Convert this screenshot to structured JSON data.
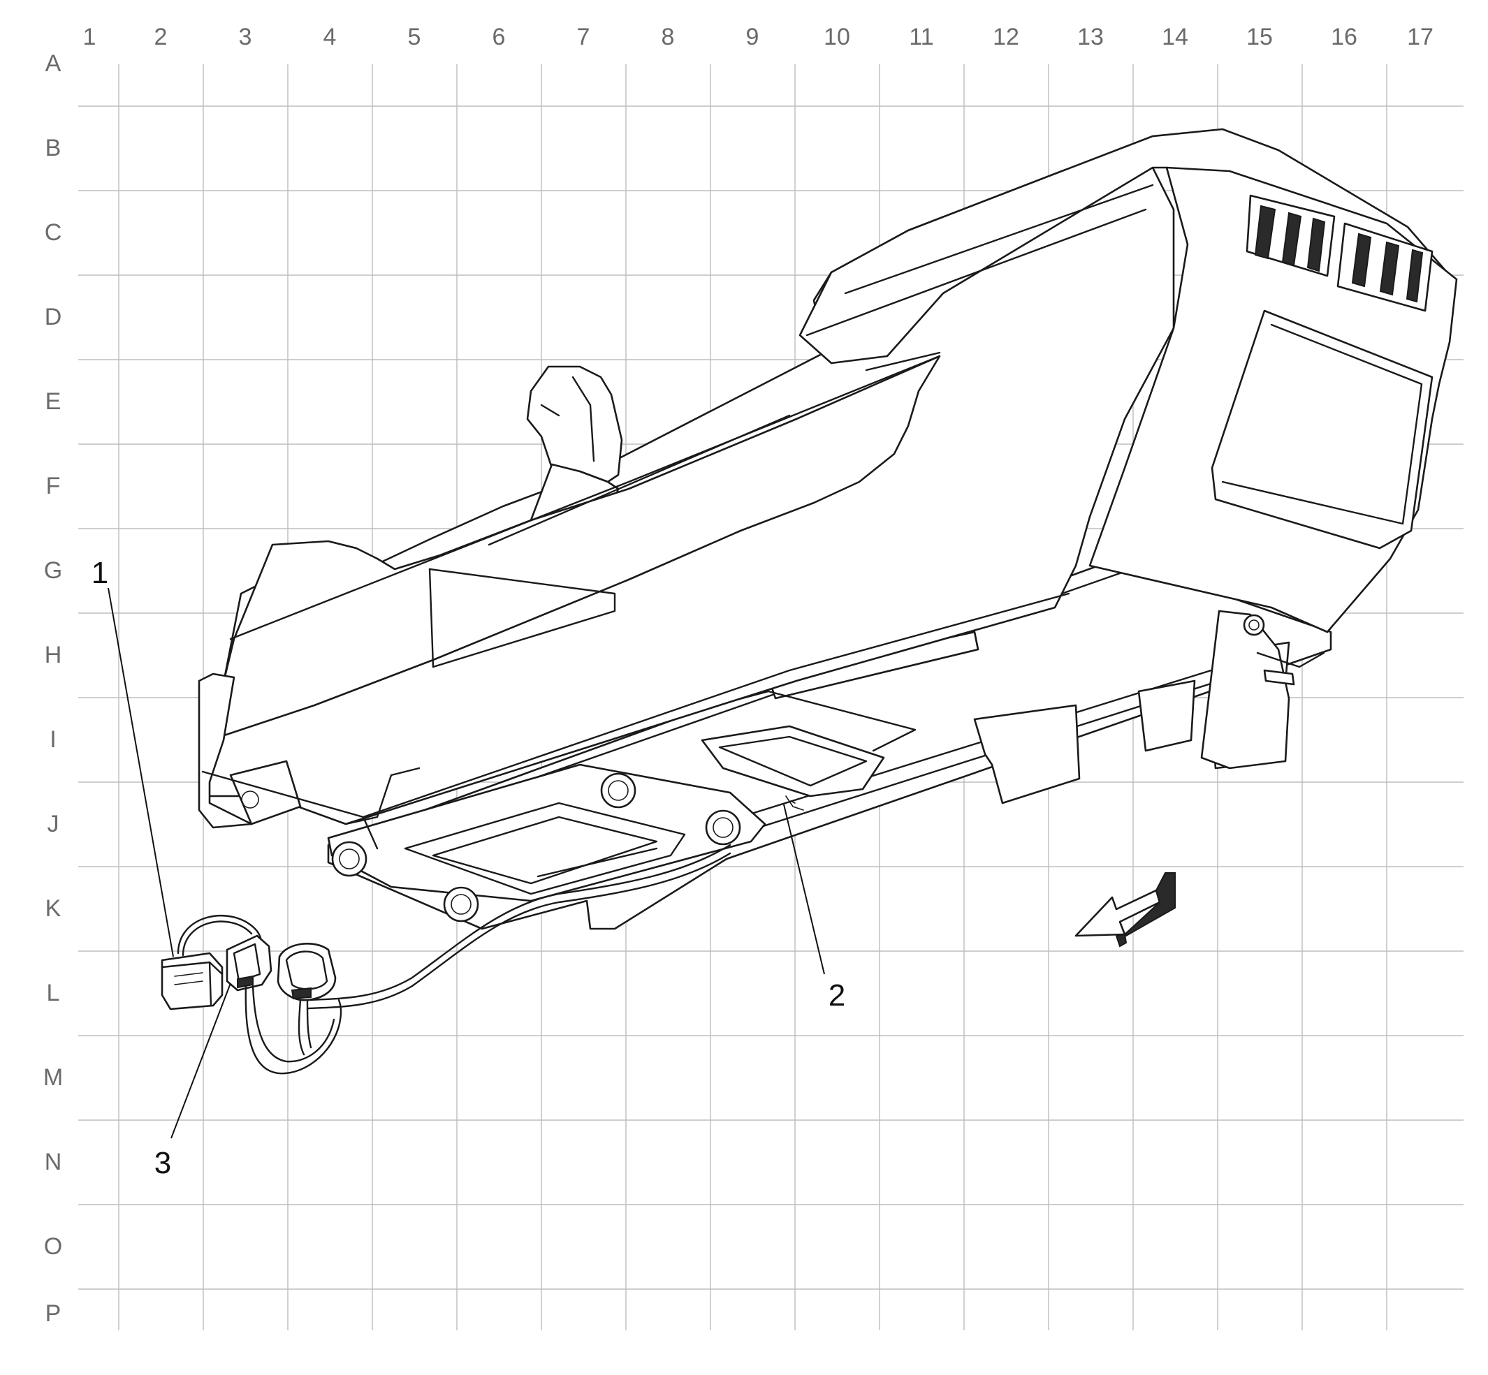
{
  "grid": {
    "columns": [
      "1",
      "2",
      "3",
      "4",
      "5",
      "6",
      "7",
      "8",
      "9",
      "10",
      "11",
      "12",
      "13",
      "14",
      "15",
      "16",
      "17"
    ],
    "rows": [
      "A",
      "B",
      "C",
      "D",
      "E",
      "F",
      "G",
      "H",
      "I",
      "J",
      "K",
      "L",
      "M",
      "N",
      "O",
      "P"
    ]
  },
  "callouts": [
    {
      "id": "1",
      "label": "1"
    },
    {
      "id": "2",
      "label": "2"
    },
    {
      "id": "3",
      "label": "3"
    }
  ],
  "icons": {
    "direction_arrow": "front-direction-arrow-icon"
  }
}
